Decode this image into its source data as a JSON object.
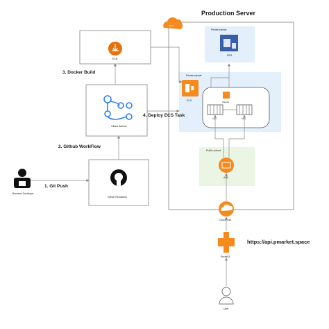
{
  "title": "Production Server",
  "steps": {
    "git_push": "1. Git Push",
    "github_workflow": "2. Github WorkFlow",
    "docker_build": "3. Docker Build",
    "deploy_ecs": "4. Deploy ECS Task"
  },
  "url": "https://api.pmarket.space",
  "captions": {
    "developer": "Backend Developer",
    "github_repo": "Github Repository",
    "github_actions": "Github Actions",
    "docker": "ECR",
    "private_subnet_top": "Private subnet",
    "private_subnet_mid": "Private subnet",
    "public_subnet": "Public subnet",
    "rds": "RDS",
    "ecs": "ECS",
    "fargate": "Fargate",
    "task1": "Task",
    "task2": "Task",
    "alb": "ALB",
    "cloudfront": "CloudFront",
    "route53": "Route53",
    "user": "User"
  },
  "colors": {
    "docker_orange": "#e8700a",
    "aws_orange": "#f58a1f",
    "github_blue": "#2f80ed",
    "subnet_blue": "#e3f0fb",
    "subnet_green": "#eaf5e4",
    "rds_blue": "#3b5ea8"
  }
}
